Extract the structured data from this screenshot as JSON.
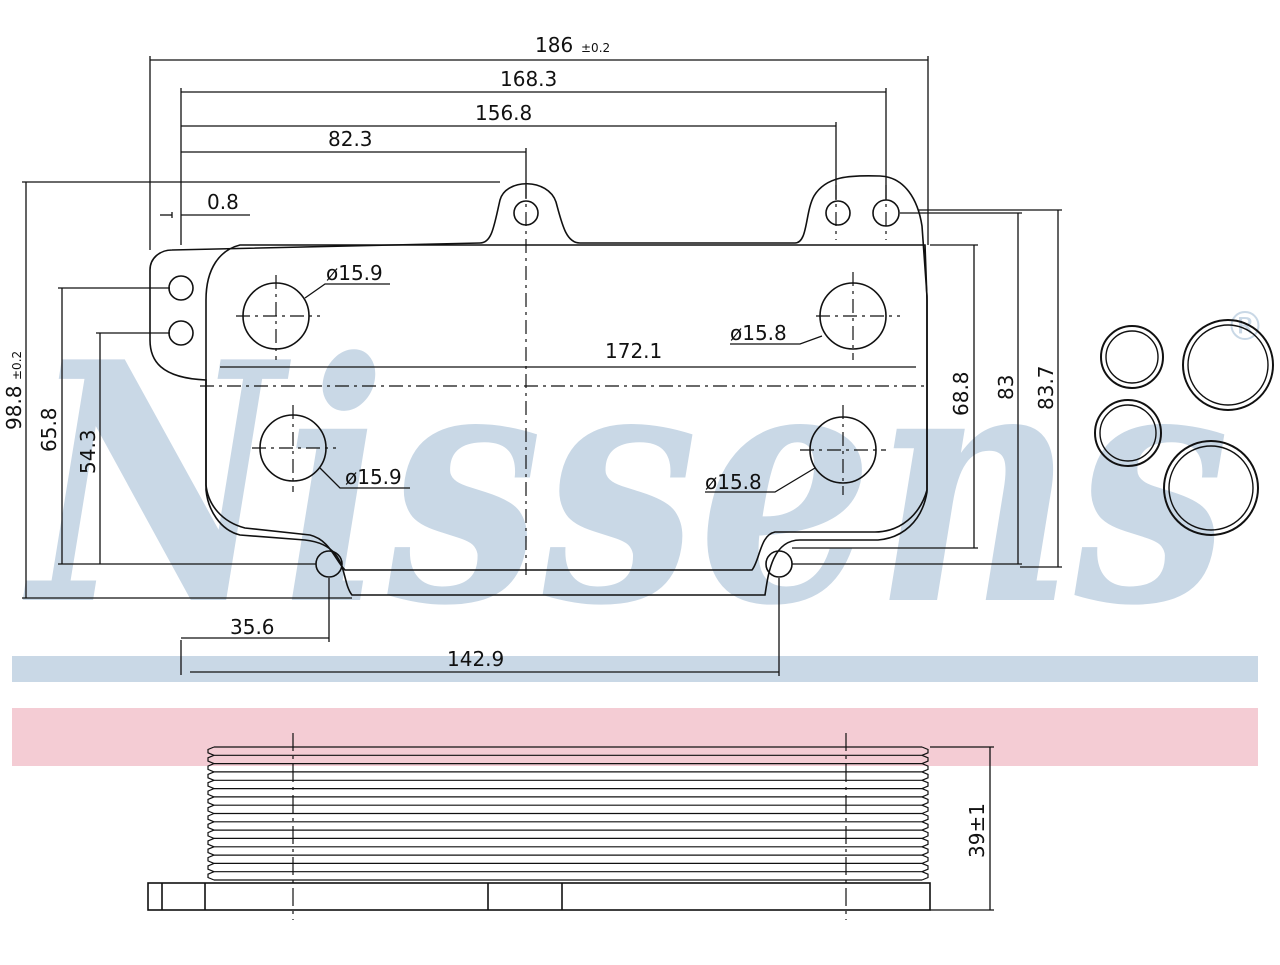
{
  "watermark": {
    "brand": "Nissens",
    "registered_mark": "®",
    "brand_color": "#c9d8e6",
    "band_blue": "#c9d8e6",
    "band_red": "#f4ccd4"
  },
  "line_color": "#111111",
  "top_view": {
    "dim_overall_width": {
      "value": "186",
      "tol": "±0.2"
    },
    "dim_168_3": "168.3",
    "dim_156_8": "156.8",
    "dim_82_3": "82.3",
    "dim_0_8": "0.8",
    "dim_172_1": "172.1",
    "dim_35_6": "35.6",
    "dim_142_9": "142.9",
    "dim_overall_height": {
      "value": "98.8",
      "tol": "±0.2"
    },
    "dim_65_8": "65.8",
    "dim_54_3": "54.3",
    "dim_68_8": "68.8",
    "dim_83": "83",
    "dim_83_7": "83.7",
    "port_top_left": "ø15.9",
    "port_bottom_left": "ø15.9",
    "port_top_right": "ø15.8",
    "port_bottom_right": "ø15.8"
  },
  "side_view": {
    "height_dim": "39±1",
    "fin_count": 16
  },
  "seal_rings": {
    "count": 4
  }
}
